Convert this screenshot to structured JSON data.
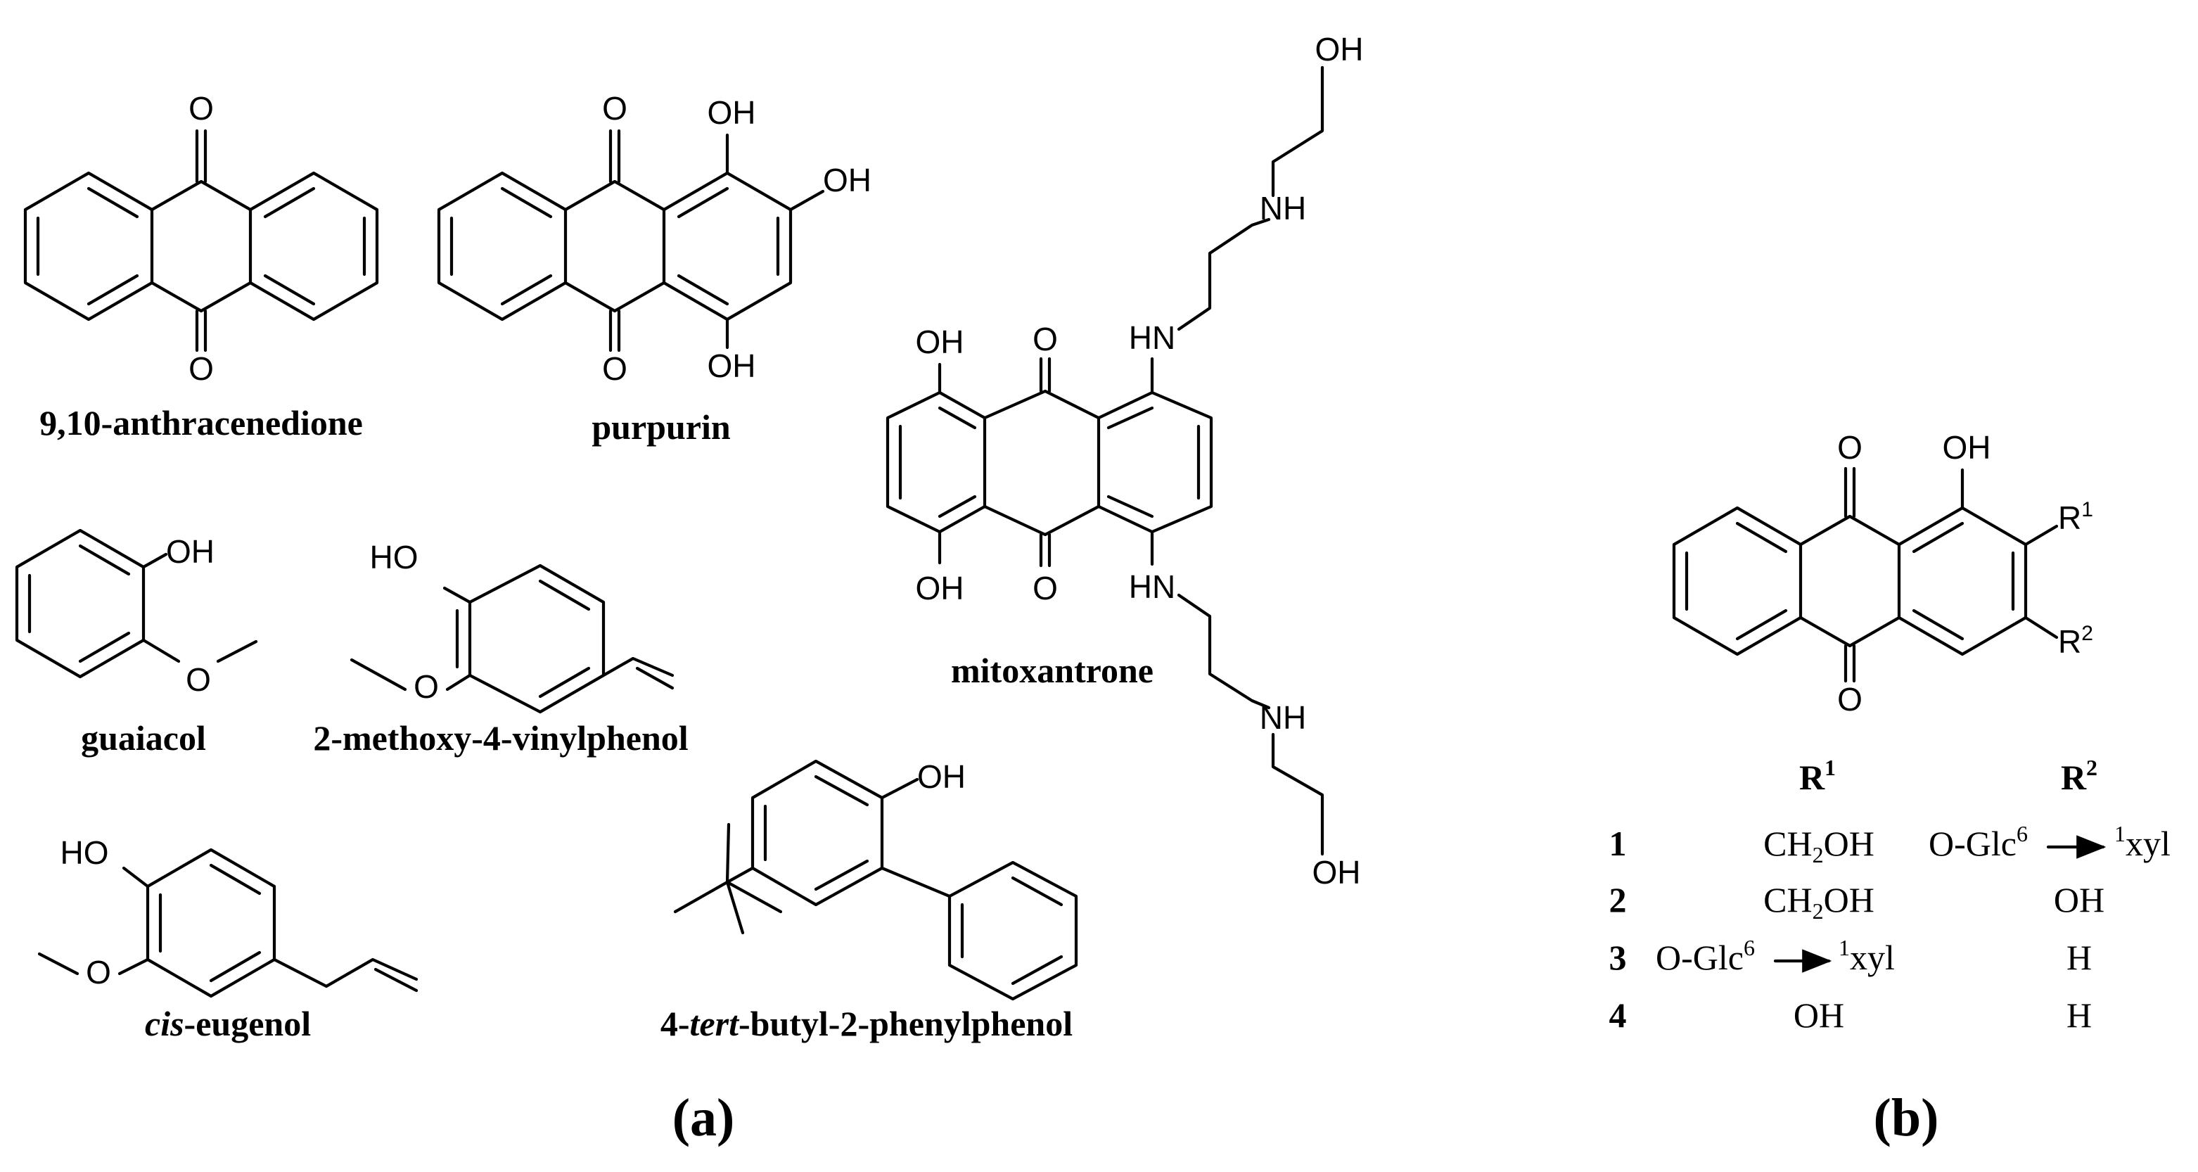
{
  "panel_a": {
    "label": "(a)",
    "compounds": {
      "anthracenedione": "9,10-anthracenedione",
      "purpurin": "purpurin",
      "mitoxantrone": "mitoxantrone",
      "guaiacol": "guaiacol",
      "methoxyvinylphenol": "2-methoxy-4-vinylphenol",
      "eugenol_prefix": "cis",
      "eugenol_rest": "-eugenol",
      "butylphenylphenol_pre": "4-",
      "butylphenylphenol_ital": "tert",
      "butylphenylphenol_rest": "-butyl-2-phenylphenol"
    }
  },
  "panel_b": {
    "label": "(b)",
    "substituent_labels": {
      "r": "R",
      "r1_sup": "1",
      "r2_sup": "2"
    },
    "table": {
      "header_r": "R",
      "header_r1_sup": "1",
      "header_r2_sup": "2",
      "rows": [
        {
          "num": "1",
          "r1": {
            "pre": "CH",
            "sub": "2",
            "post": "OH"
          },
          "r2": {
            "glc": "O-Glc",
            "glc_sup": "6",
            "xyl_sup": "1",
            "xyl": "xyl"
          }
        },
        {
          "num": "2",
          "r1": {
            "pre": "CH",
            "sub": "2",
            "post": "OH"
          },
          "r2": {
            "text": "OH"
          }
        },
        {
          "num": "3",
          "r1": {
            "glc": "O-Glc",
            "glc_sup": "6",
            "xyl_sup": "1",
            "xyl": "xyl"
          },
          "r2": {
            "text": "H"
          }
        },
        {
          "num": "4",
          "r1": {
            "text": "OH"
          },
          "r2": {
            "text": "H"
          }
        }
      ]
    }
  },
  "atom_labels": {
    "o": "O",
    "oh": "OH",
    "ho": "HO",
    "hn": "HN",
    "nh": "NH"
  }
}
